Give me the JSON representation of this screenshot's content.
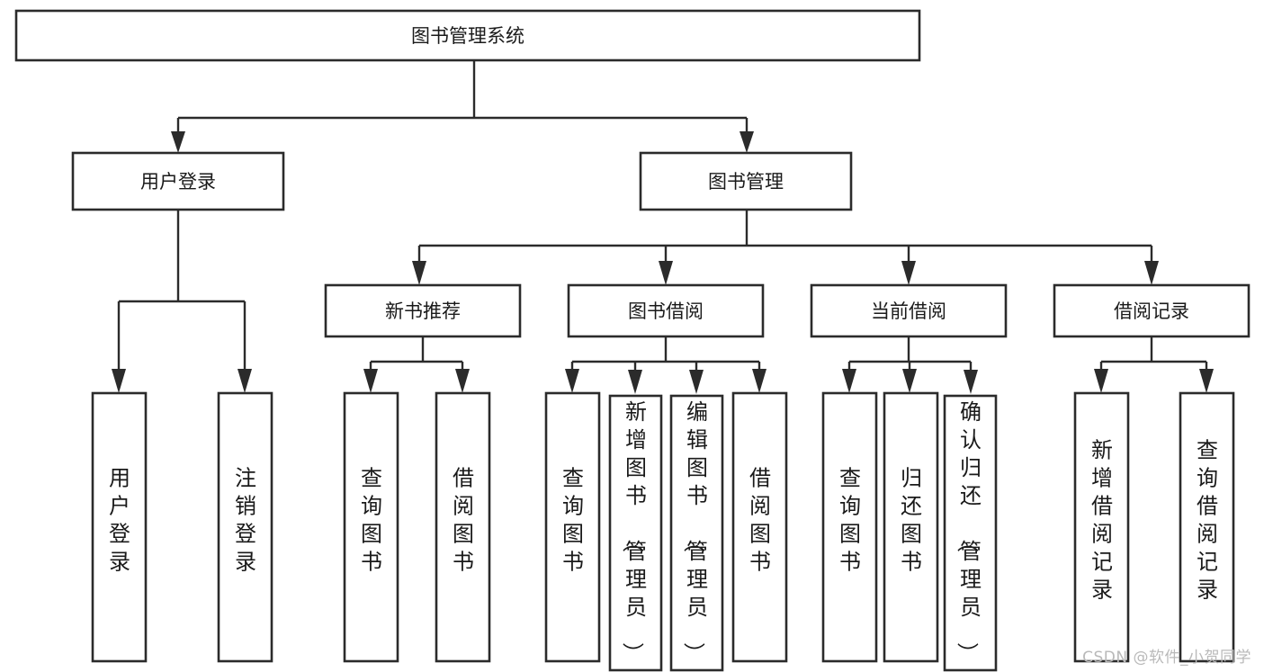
{
  "diagram": {
    "type": "tree-hierarchy-chart",
    "title": "图书管理系统",
    "watermark": "CSDN @软件_小贺同学",
    "colors": {
      "stroke": "#2b2b2b",
      "fill": "#ffffff",
      "text": "#1a1a1a",
      "watermark": "#b9b9b9"
    },
    "levels": [
      {
        "level": 0,
        "nodes": [
          {
            "id": "root",
            "label": "图书管理系统",
            "orientation": "horizontal"
          }
        ]
      },
      {
        "level": 1,
        "nodes": [
          {
            "id": "login",
            "label": "用户登录",
            "orientation": "horizontal",
            "parent": "root"
          },
          {
            "id": "bookmgmt",
            "label": "图书管理",
            "orientation": "horizontal",
            "parent": "root"
          }
        ]
      },
      {
        "level": 2,
        "nodes": [
          {
            "id": "newbook",
            "label": "新书推荐",
            "orientation": "horizontal",
            "parent": "bookmgmt"
          },
          {
            "id": "borrow",
            "label": "图书借阅",
            "orientation": "horizontal",
            "parent": "bookmgmt"
          },
          {
            "id": "current",
            "label": "当前借阅",
            "orientation": "horizontal",
            "parent": "bookmgmt"
          },
          {
            "id": "records",
            "label": "借阅记录",
            "orientation": "horizontal",
            "parent": "bookmgmt"
          }
        ]
      },
      {
        "level": 3,
        "nodes": [
          {
            "id": "leaf1",
            "label": "用户登录",
            "orientation": "vertical",
            "parent": "login"
          },
          {
            "id": "leaf2",
            "label": "注销登录",
            "orientation": "vertical",
            "parent": "login"
          },
          {
            "id": "leaf3",
            "label": "查询图书",
            "orientation": "vertical",
            "parent": "newbook"
          },
          {
            "id": "leaf4",
            "label": "借阅图书",
            "orientation": "vertical",
            "parent": "newbook"
          },
          {
            "id": "leaf5",
            "label": "查询图书",
            "orientation": "vertical",
            "parent": "borrow"
          },
          {
            "id": "leaf6",
            "label": "新增图书（管理员）",
            "orientation": "vertical",
            "parent": "borrow"
          },
          {
            "id": "leaf7",
            "label": "编辑图书（管理员）",
            "orientation": "vertical",
            "parent": "borrow"
          },
          {
            "id": "leaf8",
            "label": "借阅图书",
            "orientation": "vertical",
            "parent": "borrow"
          },
          {
            "id": "leaf9",
            "label": "查询图书",
            "orientation": "vertical",
            "parent": "current"
          },
          {
            "id": "leaf10",
            "label": "归还图书",
            "orientation": "vertical",
            "parent": "current"
          },
          {
            "id": "leaf11",
            "label": "确认归还（管理员）",
            "orientation": "vertical",
            "parent": "current"
          },
          {
            "id": "leaf12",
            "label": "新增借阅记录",
            "orientation": "vertical",
            "parent": "records"
          },
          {
            "id": "leaf13",
            "label": "查询借阅记录",
            "orientation": "vertical",
            "parent": "records"
          }
        ]
      }
    ],
    "labels": {
      "root": "图书管理系统",
      "login": "用户登录",
      "bookmgmt": "图书管理",
      "newbook": "新书推荐",
      "borrow": "图书借阅",
      "current": "当前借阅",
      "records": "借阅记录",
      "leaf1": "用户登录",
      "leaf2": "注销登录",
      "leaf3": "查询图书",
      "leaf4": "借阅图书",
      "leaf5": "查询图书",
      "leaf6": "新增图书（管理员）",
      "leaf7": "编辑图书（管理员）",
      "leaf8": "借阅图书",
      "leaf9": "查询图书",
      "leaf10": "归还图书",
      "leaf11": "确认归还（管理员）",
      "leaf12": "新增借阅记录",
      "leaf13": "查询借阅记录"
    }
  }
}
